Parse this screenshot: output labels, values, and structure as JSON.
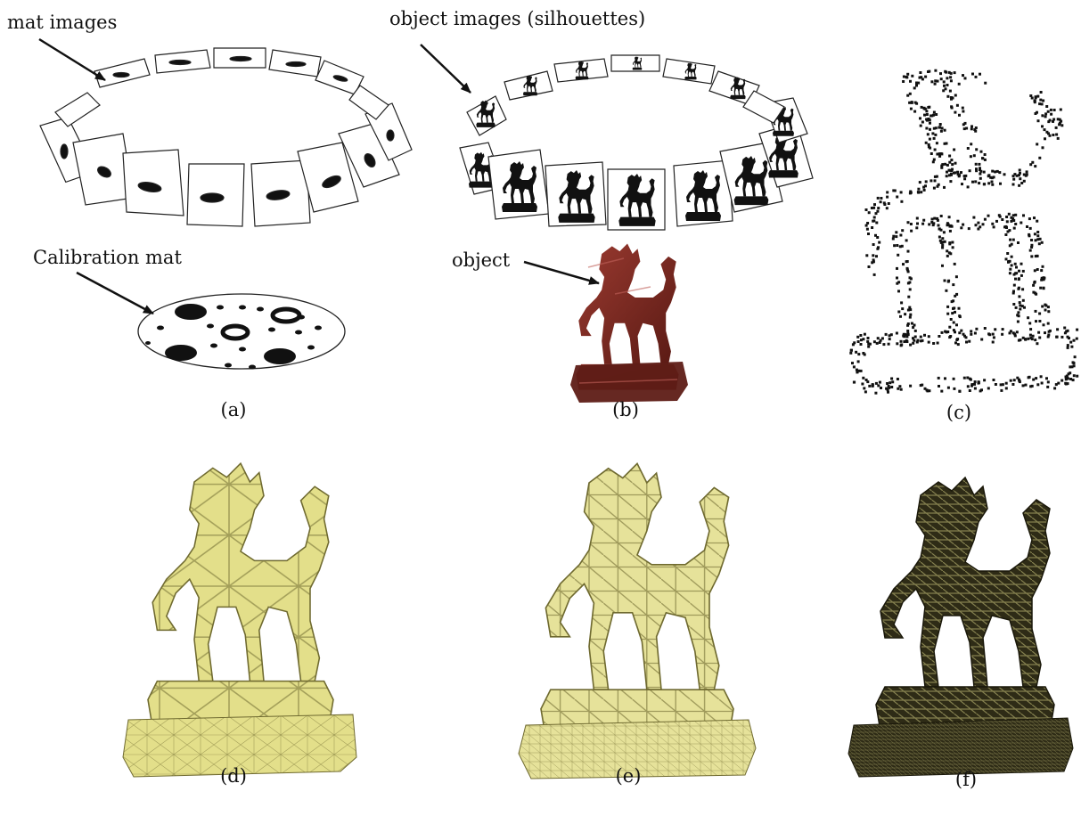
{
  "annotations": {
    "mat_images": "mat images",
    "object_images": "object images (silhouettes)",
    "calibration_mat": "Calibration mat",
    "object": "object"
  },
  "captions": {
    "a": "(a)",
    "b": "(b)",
    "c": "(c)",
    "d": "(d)",
    "e": "(e)",
    "f": "(f)"
  },
  "colors": {
    "ink": "#111111",
    "mesh_fill": "#e3df8a",
    "mesh_line": "#6f6a30",
    "dense_mesh_fill": "#4a4626",
    "statue_wood": "#7a2a22",
    "statue_base": "#5e1c16"
  }
}
